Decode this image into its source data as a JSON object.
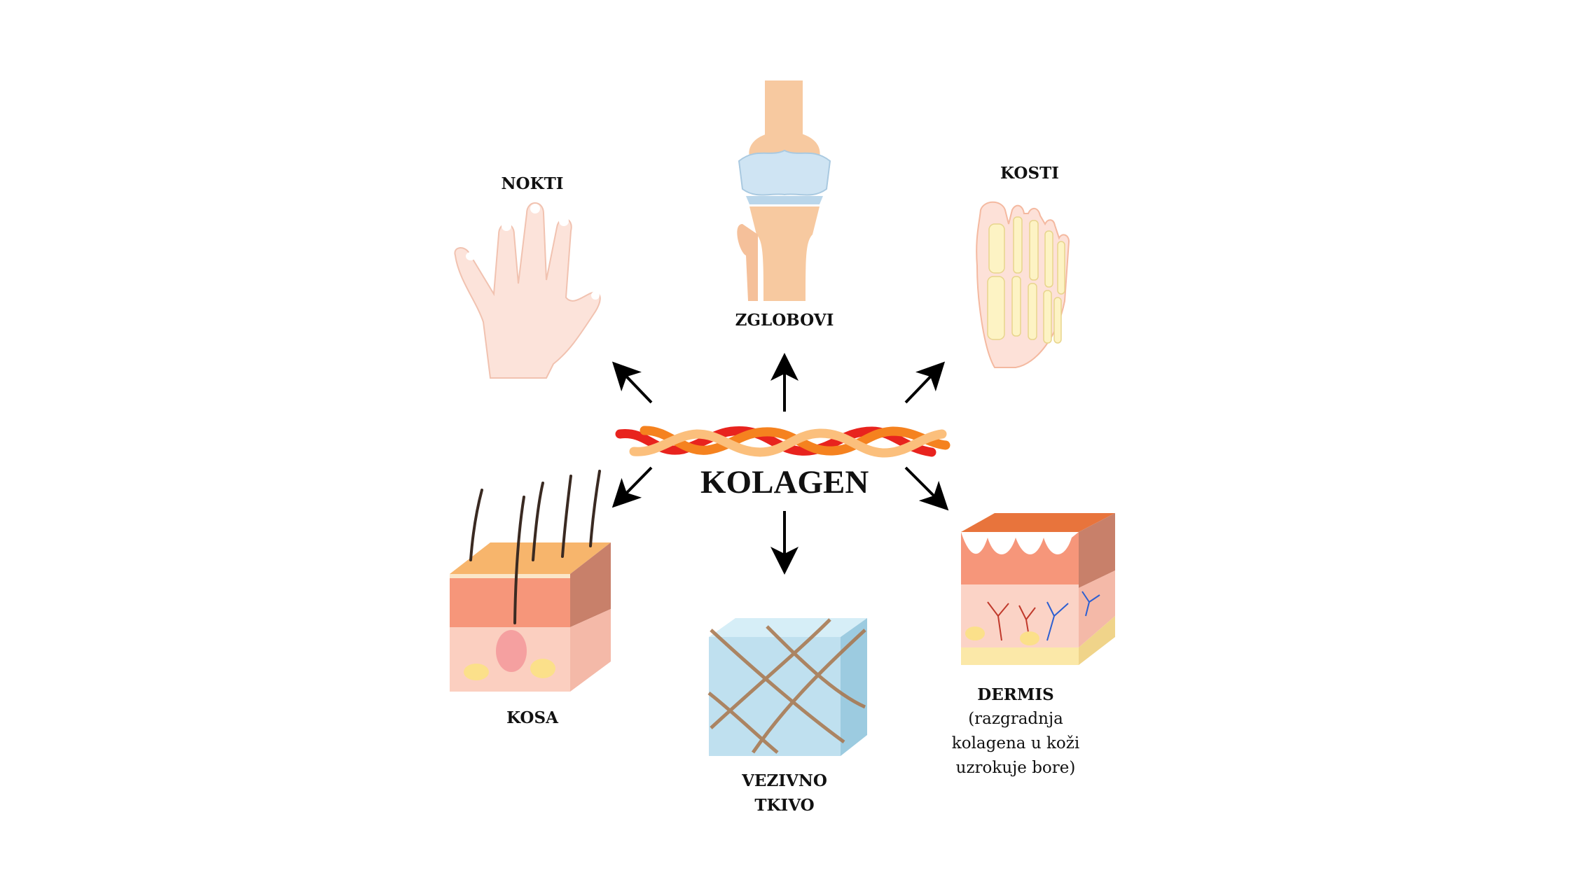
{
  "diagram": {
    "title": "KOLAGEN",
    "center": {
      "name": "collagen-triple-helix",
      "colors": [
        "#e8231e",
        "#f5821f",
        "#fbbf7c"
      ]
    },
    "targets": [
      {
        "id": "nokti",
        "label": "NOKTI",
        "icon": "hand-icon",
        "direction": "up-left"
      },
      {
        "id": "zglobovi",
        "label": "ZGLOBOVI",
        "icon": "knee-joint-icon",
        "direction": "up"
      },
      {
        "id": "kosti",
        "label": "KOSTI",
        "icon": "foot-bones-icon",
        "direction": "up-right"
      },
      {
        "id": "kosa",
        "label": "KOSA",
        "icon": "hair-skin-section-icon",
        "direction": "down-left"
      },
      {
        "id": "vezivno",
        "label_lines": [
          "VEZIVNO",
          "TKIVO"
        ],
        "icon": "connective-tissue-icon",
        "direction": "down"
      },
      {
        "id": "dermis",
        "label": "DERMIS",
        "sublabel_lines": [
          "(razgradnja",
          "kolagena u koži",
          "uzrokuje bore)"
        ],
        "icon": "dermis-section-icon",
        "direction": "down-right"
      }
    ]
  }
}
